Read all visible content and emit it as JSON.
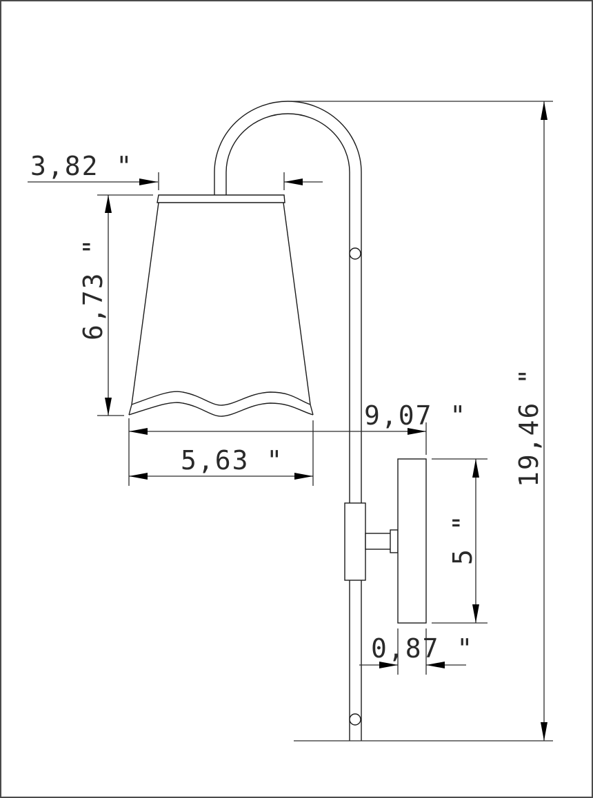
{
  "drawing": {
    "title": "Wall sconce dimension drawing",
    "colors": {
      "line": "#1a1a1a",
      "background": "#ffffff",
      "border": "#4a4a4a"
    },
    "dimensions": {
      "shade_top_width": "3,82 \"",
      "shade_height": "6,73 \"",
      "shade_bottom_width": "5,63 \"",
      "overall_extension": "9,07 \"",
      "overall_height": "19,46 \"",
      "backplate_height": "5 \"",
      "backplate_depth": "0,87 \""
    },
    "components": [
      "arched-pole",
      "lamp-shade",
      "shade-top-cap",
      "shade-wavy-rim",
      "pole-knuckle-upper",
      "pole-knuckle-lower",
      "mount-collar",
      "mount-arm",
      "backplate"
    ]
  }
}
